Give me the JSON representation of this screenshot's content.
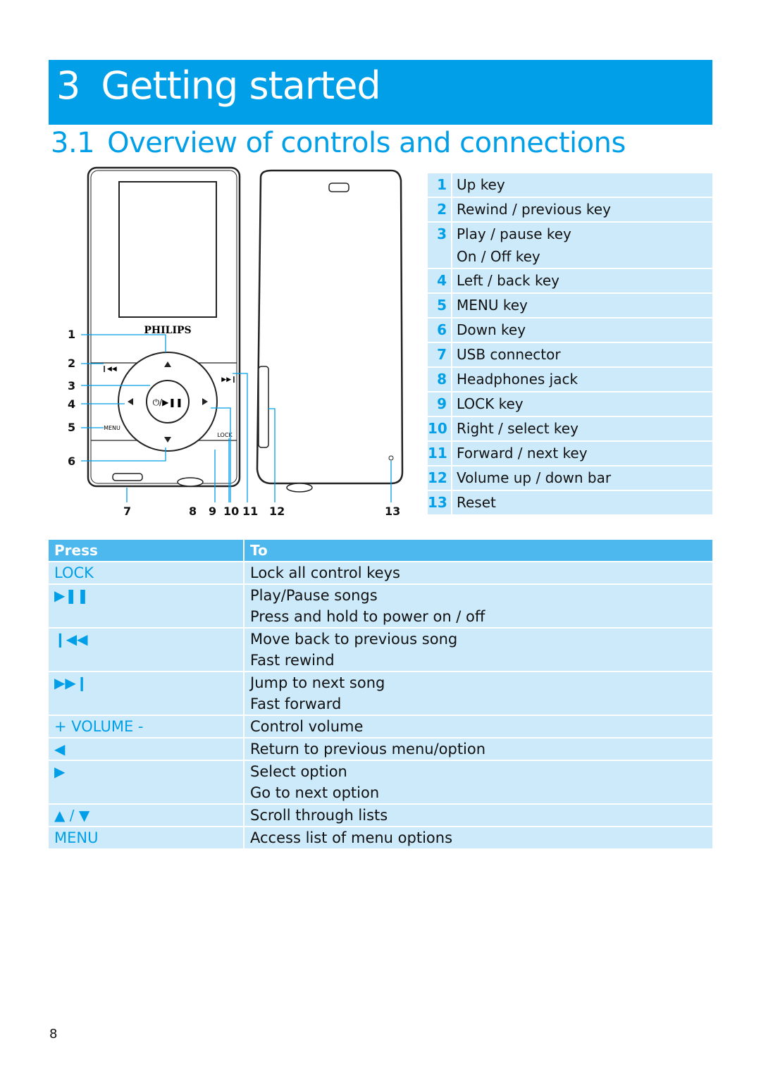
{
  "chapter": {
    "number": "3",
    "title": "Getting started",
    "banner_color": "#009fe8"
  },
  "section": {
    "number": "3.1",
    "title": "Overview of controls and connections",
    "color": "#009fe8"
  },
  "figure": {
    "brand": "PHILIPS",
    "labels": {
      "menu": "MENU",
      "lock": "LOCK"
    },
    "callouts": [
      "1",
      "2",
      "3",
      "4",
      "5",
      "6",
      "7",
      "8",
      "9",
      "10",
      "11",
      "12",
      "13"
    ]
  },
  "legend": [
    {
      "num": "1",
      "label": "Up key"
    },
    {
      "num": "2",
      "label": "Rewind / previous key"
    },
    {
      "num": "3",
      "label": "Play / pause key\nOn / Off key"
    },
    {
      "num": "4",
      "label": "Left / back key"
    },
    {
      "num": "5",
      "label": "MENU key"
    },
    {
      "num": "6",
      "label": "Down key"
    },
    {
      "num": "7",
      "label": "USB connector"
    },
    {
      "num": "8",
      "label": "Headphones jack"
    },
    {
      "num": "9",
      "label": "LOCK key"
    },
    {
      "num": "10",
      "label": "Right / select key"
    },
    {
      "num": "11",
      "label": "Forward / next key"
    },
    {
      "num": "12",
      "label": "Volume up / down bar"
    },
    {
      "num": "13",
      "label": "Reset"
    }
  ],
  "press_table": {
    "headers": {
      "press": "Press",
      "to": "To"
    },
    "rows": [
      {
        "press": "LOCK",
        "to": "Lock all control keys"
      },
      {
        "press": "▶❚❚",
        "press_icon": "play-pause-icon",
        "to": "Play/Pause songs\nPress and hold to power on / off"
      },
      {
        "press": "❙◀◀",
        "press_icon": "previous-icon",
        "to": "Move back to previous song\nFast rewind"
      },
      {
        "press": "▶▶❙",
        "press_icon": "next-icon",
        "to": "Jump to next song\nFast forward"
      },
      {
        "press": "+ VOLUME -",
        "to": "Control volume"
      },
      {
        "press": "◀",
        "press_icon": "left-arrow-icon",
        "to": "Return to previous menu/option"
      },
      {
        "press": "▶",
        "press_icon": "right-arrow-icon",
        "to": "Select option\nGo to next option"
      },
      {
        "press": "▲ / ▼",
        "press_icon": "up-down-arrow-icon",
        "to": "Scroll through lists"
      },
      {
        "press": "MENU",
        "to": "Access list of menu options"
      }
    ]
  },
  "page_number": "8"
}
